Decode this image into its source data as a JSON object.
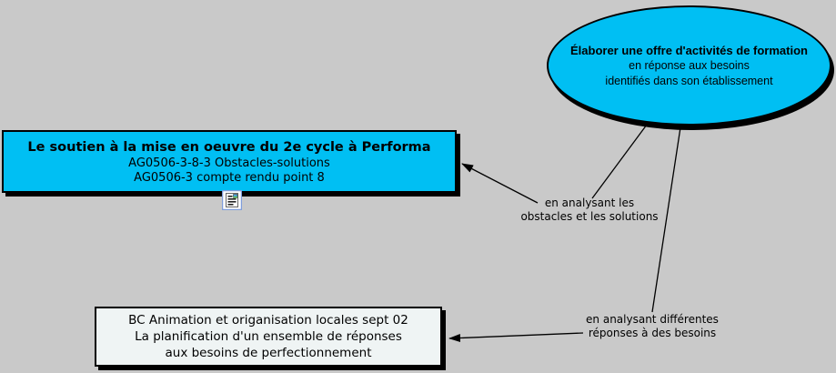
{
  "colors": {
    "background": "#c9c9c9",
    "node_fill": "#00bff3",
    "bottom_node_fill": "#eff4f4",
    "border": "#000000"
  },
  "ellipse_node": {
    "line1": "Élaborer une offre d'activités de formation",
    "line2": "en réponse aux besoins",
    "line3": "identifiés dans son établissement"
  },
  "main_node": {
    "title": "Le soutien à la mise en oeuvre du 2e cycle à Performa",
    "line2": "AG0506-3-8-3 Obstacles-solutions",
    "line3": "AG0506-3 compte rendu point 8",
    "resource_icon": "document-resource-icon"
  },
  "bottom_node": {
    "line1": "BC Animation et origanisation locales sept 02",
    "line2": "La planification d'un ensemble de réponses",
    "line3": "aux besoins de perfectionnement"
  },
  "links": [
    {
      "label_line1": "en analysant les",
      "label_line2": "obstacles et les solutions"
    },
    {
      "label_line1": "en analysant différentes",
      "label_line2": "réponses à des besoins"
    }
  ]
}
